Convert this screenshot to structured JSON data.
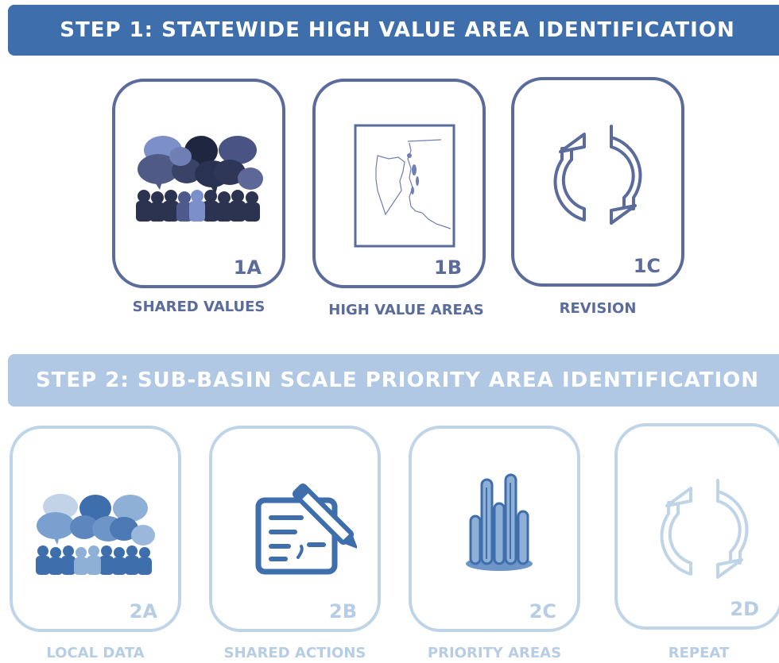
{
  "step1": {
    "title": "STEP 1: STATEWIDE HIGH VALUE AREA IDENTIFICATION",
    "cards": [
      {
        "code": "1A",
        "label": "SHARED VALUES",
        "icon": "discussion-crowd-icon"
      },
      {
        "code": "1B",
        "label": "HIGH VALUE AREAS",
        "icon": "state-map-icon"
      },
      {
        "code": "1C",
        "label": "REVISION",
        "icon": "cycle-arrows-icon"
      }
    ]
  },
  "step2": {
    "title": "STEP 2: SUB-BASIN SCALE PRIORITY AREA IDENTIFICATION",
    "cards": [
      {
        "code": "2A",
        "label": "LOCAL DATA",
        "icon": "discussion-crowd-icon"
      },
      {
        "code": "2B",
        "label": "SHARED ACTIONS",
        "icon": "document-pen-icon"
      },
      {
        "code": "2C",
        "label": "PRIORITY AREAS",
        "icon": "coral-icon"
      },
      {
        "code": "2D",
        "label": "REPEAT",
        "icon": "cycle-arrows-icon"
      }
    ]
  },
  "colors": {
    "step1_banner": "#3e6eab",
    "step2_banner": "#b0c8e4",
    "step1_outline": "#5a6b9c",
    "step2_outline": "#c0d4e8"
  }
}
